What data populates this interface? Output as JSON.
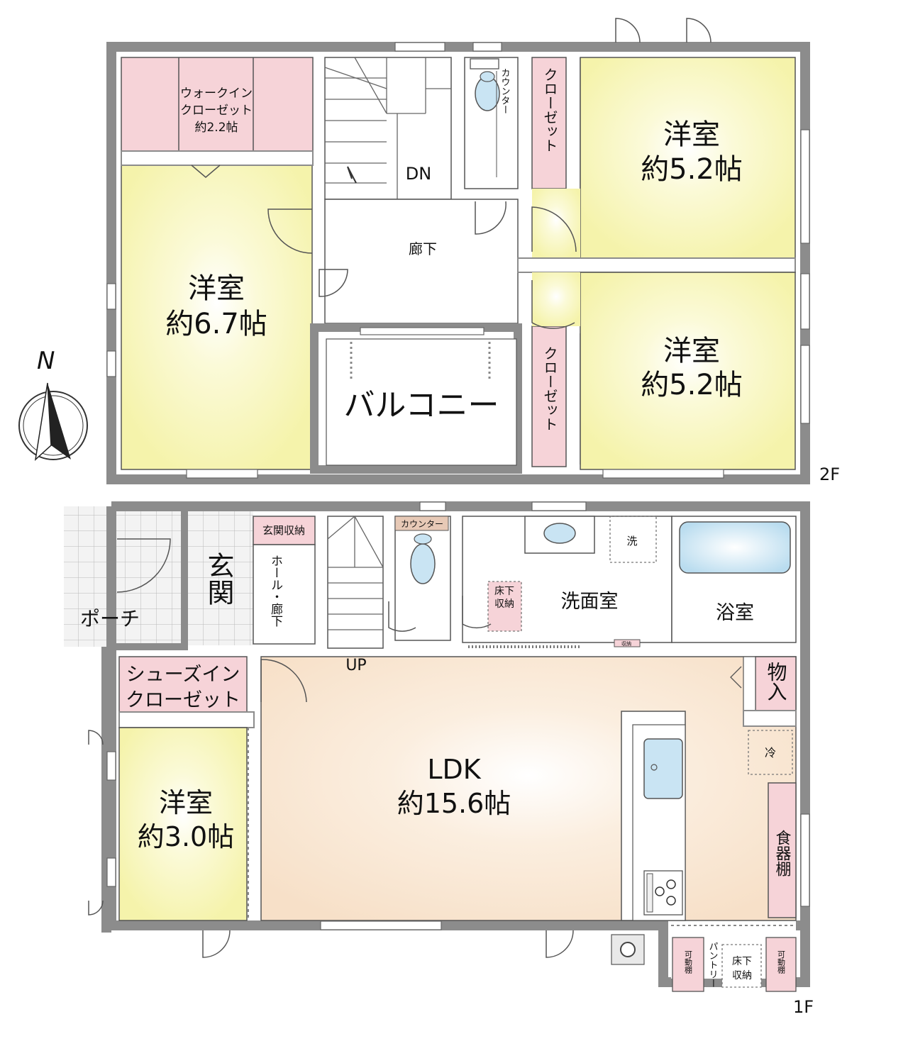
{
  "compass": {
    "north_label": "N"
  },
  "floor2": {
    "floor_label": "2F",
    "rooms": {
      "walkin_closet": [
        "ウォークイン",
        "クローゼット",
        "約2.2帖"
      ],
      "western_room_west": {
        "name": "洋室",
        "size": "約6.7帖"
      },
      "western_room_ne": {
        "name": "洋室",
        "size": "約5.2帖"
      },
      "western_room_se": {
        "name": "洋室",
        "size": "約5.2帖"
      },
      "hallway": "廊下",
      "balcony": "バルコニー",
      "stair_label": "DN",
      "counter": "カウンター",
      "closet_upper": "クローゼット",
      "closet_lower": "クローゼット"
    }
  },
  "floor1": {
    "floor_label": "1F",
    "rooms": {
      "entrance_storage": "玄関収納",
      "entrance": "玄関",
      "porch": "ポーチ",
      "hall_corridor": "ホール・廊下",
      "shoes_in_closet": [
        "シューズイン",
        "クローゼット"
      ],
      "counter": "カウンター",
      "washroom": "洗面室",
      "washer_mark": "洗",
      "bathroom": "浴室",
      "underfloor_storage_wash": [
        "床下",
        "収納"
      ],
      "stair_label": "UP",
      "storage": "物入",
      "fridge_mark": "冷",
      "ldk": {
        "name": "LDK",
        "size": "約15.6帖"
      },
      "western_room": {
        "name": "洋室",
        "size": "約3.0帖"
      },
      "cupboard": "食器棚",
      "pantry": "パントリー",
      "adjustable_shelf_left": "可動棚",
      "adjustable_shelf_right": "可動棚",
      "underfloor_storage_pantry": [
        "床下",
        "収納"
      ],
      "small_label": "収納"
    }
  },
  "colors": {
    "wall": "#8c8c8c",
    "bedroom_fill": "#f7f5b5",
    "ldk_fill": "#f8e3cc",
    "storage_fill": "#f6d3d8",
    "tile_fill": "#f1f1f1"
  }
}
